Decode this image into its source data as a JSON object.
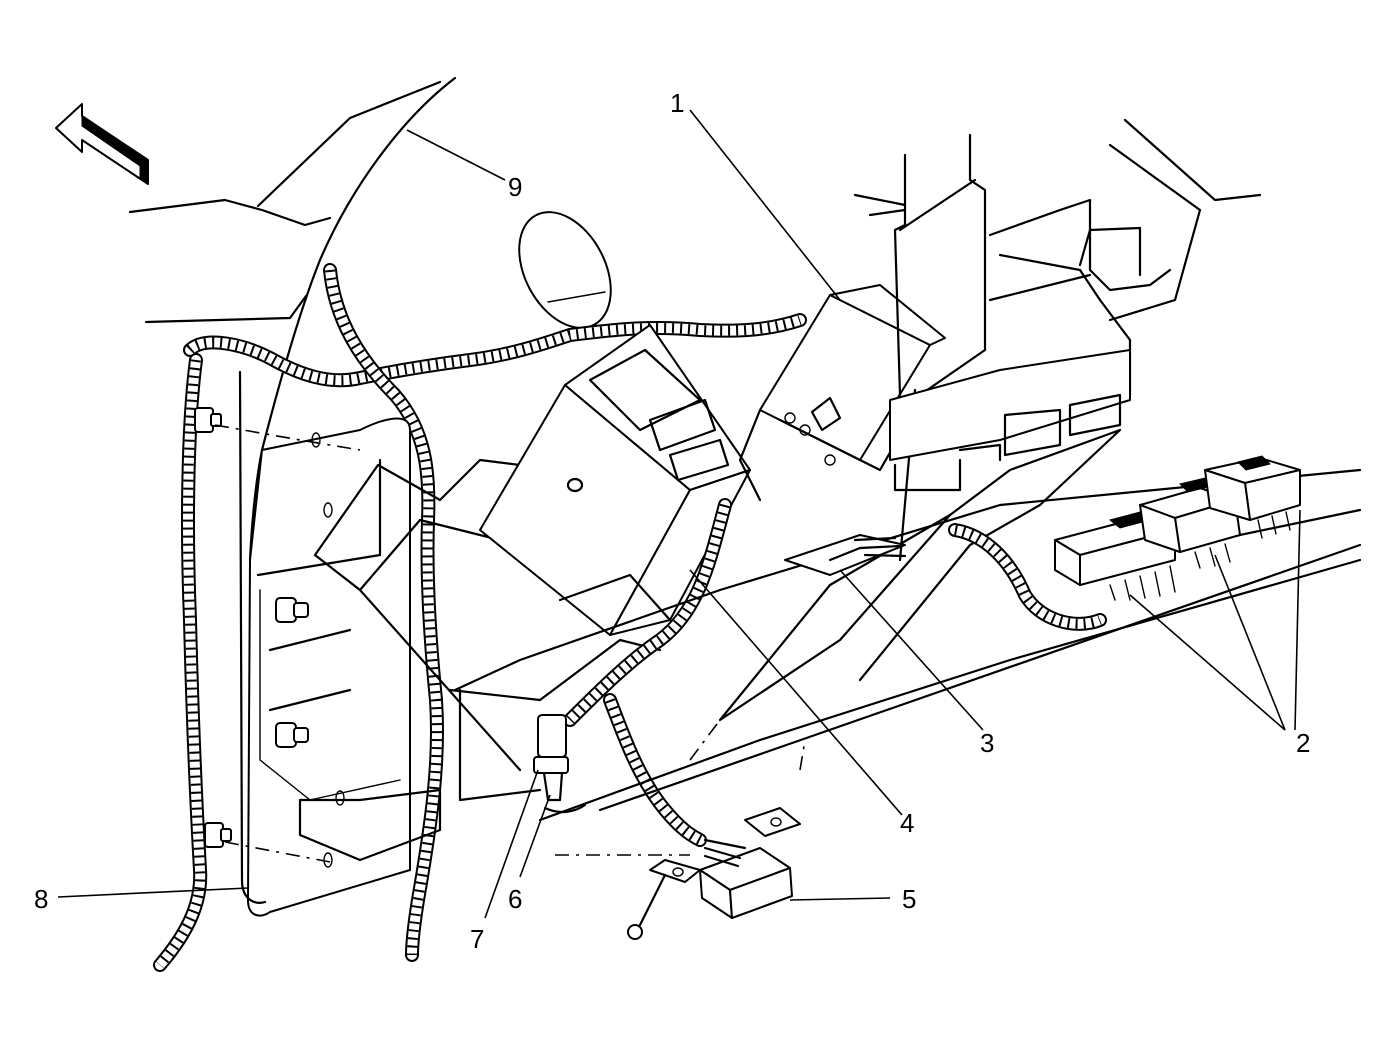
{
  "callouts": {
    "c1": "1",
    "c2": "2",
    "c3": "3",
    "c4": "4",
    "c5": "5",
    "c6": "6",
    "c7": "7",
    "c8": "8",
    "c9": "9"
  },
  "icons": {
    "front_arrow": "double-line-arrow-icon"
  }
}
